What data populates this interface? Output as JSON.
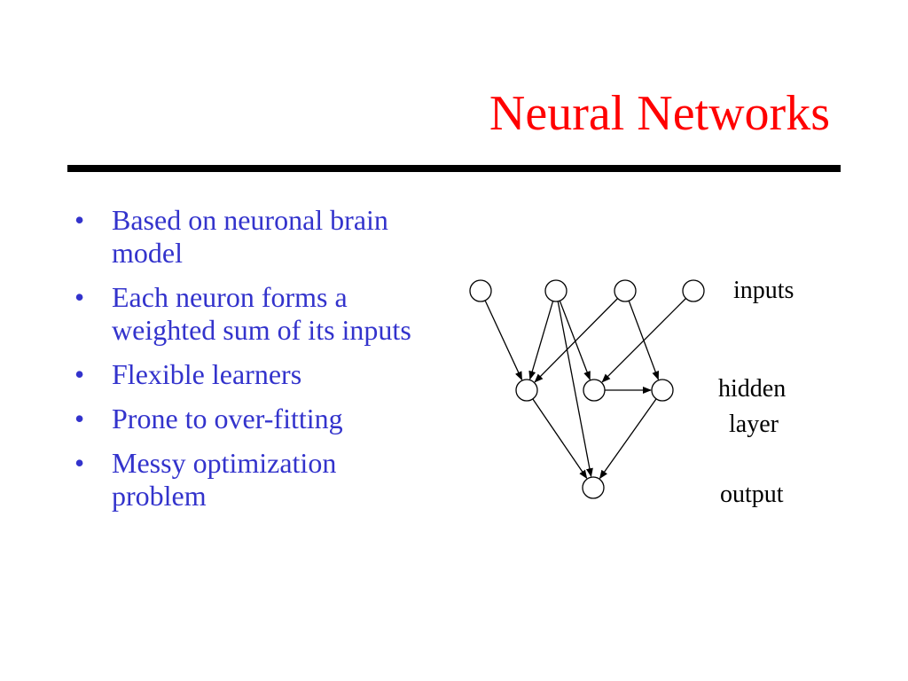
{
  "slide": {
    "title": "Neural Networks",
    "bullet_color": "#3333cc",
    "title_color": "#ff0000",
    "bullets": [
      "Based on neuronal brain model",
      "Each neuron forms a weighted sum of its inputs",
      "Flexible learners",
      "Prone to over-fitting",
      "Messy optimization problem"
    ]
  },
  "diagram": {
    "labels": {
      "inputs": "inputs",
      "hidden_line1": "hidden",
      "hidden_line2": "layer",
      "output": "output"
    },
    "nodes": [
      {
        "id": "i1",
        "layer": "input"
      },
      {
        "id": "i2",
        "layer": "input"
      },
      {
        "id": "i3",
        "layer": "input"
      },
      {
        "id": "i4",
        "layer": "input"
      },
      {
        "id": "h1",
        "layer": "hidden"
      },
      {
        "id": "h2",
        "layer": "hidden"
      },
      {
        "id": "h3",
        "layer": "hidden"
      },
      {
        "id": "o1",
        "layer": "output"
      }
    ],
    "edges": [
      {
        "from": "i1",
        "to": "h1"
      },
      {
        "from": "i2",
        "to": "h1"
      },
      {
        "from": "i2",
        "to": "h2"
      },
      {
        "from": "i2",
        "to": "o1"
      },
      {
        "from": "i3",
        "to": "h1"
      },
      {
        "from": "i3",
        "to": "h3"
      },
      {
        "from": "i4",
        "to": "h2"
      },
      {
        "from": "h2",
        "to": "h3"
      },
      {
        "from": "h1",
        "to": "o1"
      },
      {
        "from": "h3",
        "to": "o1"
      }
    ]
  }
}
